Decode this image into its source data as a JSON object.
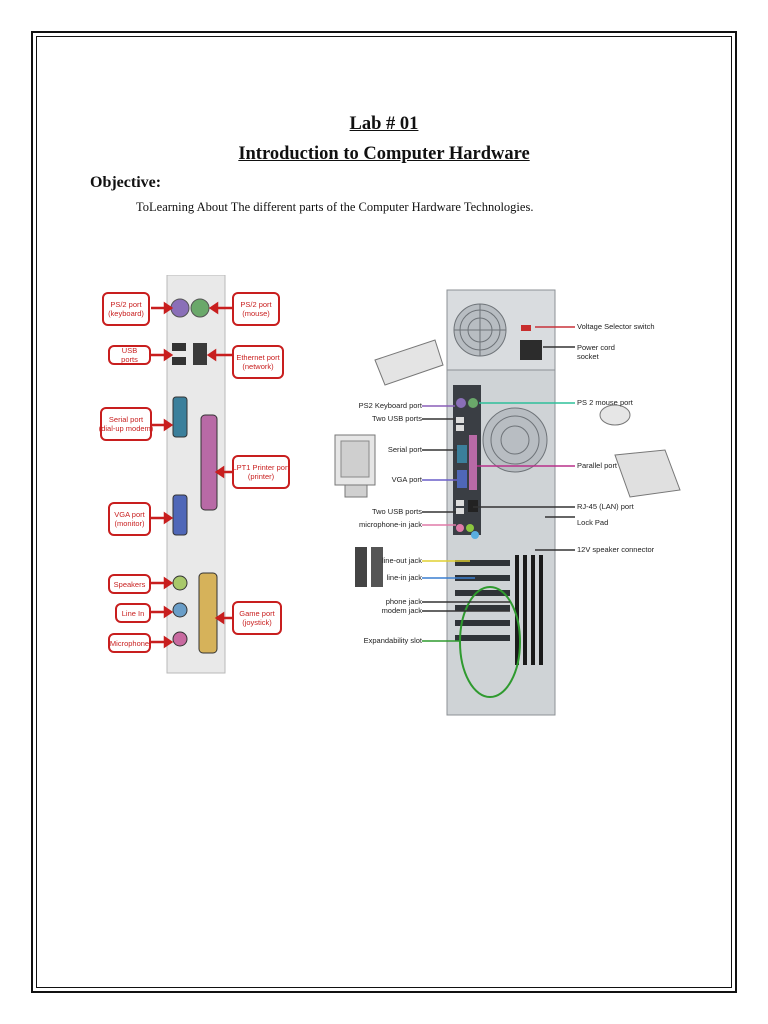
{
  "document": {
    "title_line1": "Lab # 01",
    "title_line2": "Introduction to Computer Hardware",
    "objective_heading": "Objective:",
    "objective_text": "ToLearning About The different parts of the Computer Hardware Technologies."
  },
  "figure_left": {
    "labels": {
      "ps2_keyboard": "PS/2 port\n(keyboard)",
      "ps2_mouse": "PS/2 port\n(mouse)",
      "usb": "USB ports",
      "ethernet": "Ethernet port\n(network)",
      "serial": "Serial port\n(dial-up modem)",
      "lpt1": "LPT1 Printer port\n(printer)",
      "vga": "VGA port\n(monitor)",
      "speakers": "Speakers",
      "line_in": "Line In",
      "game": "Game port\n(joystick)",
      "microphone": "Microphone"
    },
    "accent_color": "#c81e1e"
  },
  "figure_right": {
    "labels": {
      "voltage": "Voltage Selector switch",
      "power_cord": "Power cord\nsocket",
      "ps2_keyboard": "PS2 Keyboard port",
      "two_usb_1": "Two USB ports",
      "ps2_mouse": "PS 2 mouse port",
      "serial": "Serial port",
      "parallel": "Parallel port",
      "vga": "VGA port",
      "two_usb_2": "Two USB ports",
      "rj45": "RJ-45 (LAN) port",
      "mic_jack": "microphone-in jack",
      "lock_pad": "Lock Pad",
      "speaker_conn": "12V speaker connector",
      "line_out": "line-out jack",
      "line_in": "line-in jack",
      "phone_jack": "phone jack",
      "modem_jack": "modem jack",
      "expand_slot": "Expandability slot"
    }
  }
}
